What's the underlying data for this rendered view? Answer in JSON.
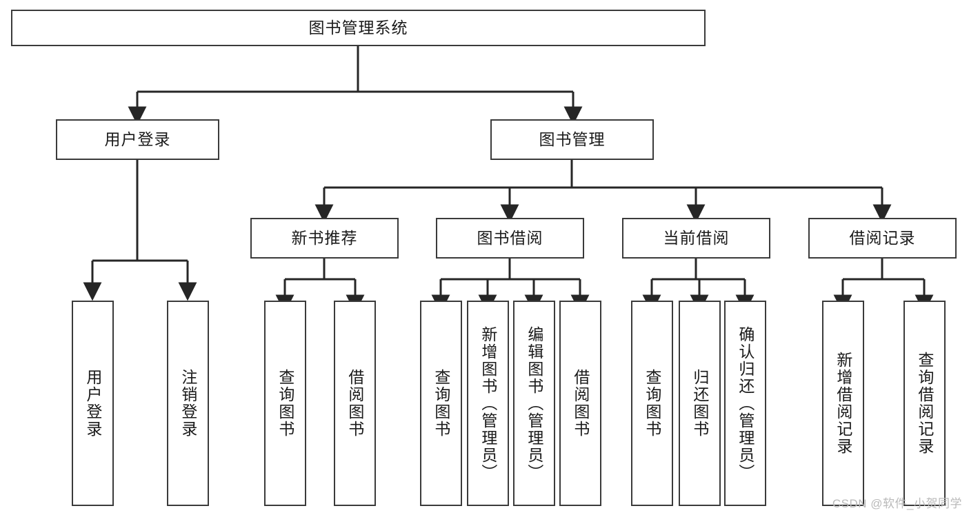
{
  "diagram": {
    "title": "图书管理系统",
    "type": "tree-hierarchy-diagram",
    "colors": {
      "box_border": "#3a3a3a",
      "box_fill": "#ffffff",
      "edge": "#262626",
      "text": "#1a1a1a",
      "watermark": "#b9b9b9"
    },
    "root": {
      "label": "图书管理系统"
    },
    "level2": [
      {
        "label": "用户登录"
      },
      {
        "label": "图书管理"
      }
    ],
    "level3": [
      {
        "label": "新书推荐"
      },
      {
        "label": "图书借阅"
      },
      {
        "label": "当前借阅"
      },
      {
        "label": "借阅记录"
      }
    ],
    "leaves": {
      "user_login": [
        {
          "label": "用户登录"
        },
        {
          "label": "注销登录"
        }
      ],
      "new_book_recommend": [
        {
          "label": "查询图书"
        },
        {
          "label": "借阅图书"
        }
      ],
      "book_borrow": [
        {
          "label": "查询图书"
        },
        {
          "label": "新增图书（管理员）"
        },
        {
          "label": "编辑图书（管理员）"
        },
        {
          "label": "借阅图书"
        }
      ],
      "current_borrow": [
        {
          "label": "查询图书"
        },
        {
          "label": "归还图书"
        },
        {
          "label": "确认归还（管理员）"
        }
      ],
      "borrow_record": [
        {
          "label": "新增借阅记录"
        },
        {
          "label": "查询借阅记录"
        }
      ]
    }
  },
  "watermark": {
    "text": "CSDN @软件_小贺同学"
  }
}
